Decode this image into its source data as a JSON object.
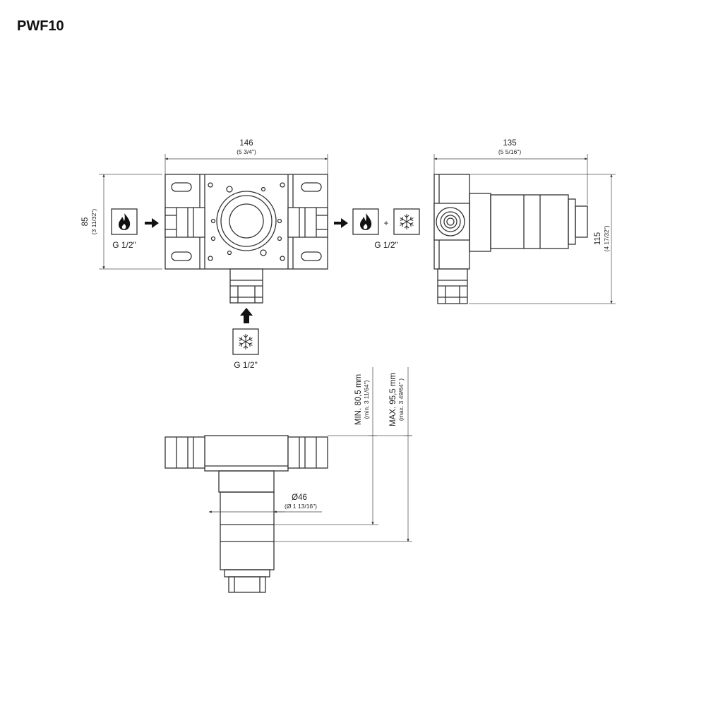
{
  "title": "PWF10",
  "front_view": {
    "width": {
      "mm": "146",
      "inch": "(5 3/4\")"
    },
    "height": {
      "mm": "85",
      "inch": "(3 11/32\")"
    },
    "inlet_hot_label": "G 1/2\"",
    "outlet_label": "G 1/2\"",
    "inlet_cold_label": "G 1/2\"",
    "outlet_plus": "+"
  },
  "side_view": {
    "width": {
      "mm": "135",
      "inch": "(5 5/16\")"
    },
    "height": {
      "mm": "115",
      "inch": "(4 17/32\")"
    }
  },
  "bottom_view": {
    "min_depth": {
      "mm": "MIN. 80,5 mm",
      "inch": "(min. 3 11/64\")"
    },
    "max_depth": {
      "mm": "MAX. 95,5 mm",
      "inch": "(max. 3 49/64\" )"
    },
    "diameter": {
      "mm": "Ø46",
      "inch": "(Ø 1 13/16\")"
    }
  },
  "icons": [
    "flame-icon",
    "snowflake-icon",
    "arrow-right-icon",
    "arrow-up-icon"
  ],
  "colors": {
    "line": "#333333",
    "flame": "#111111"
  }
}
